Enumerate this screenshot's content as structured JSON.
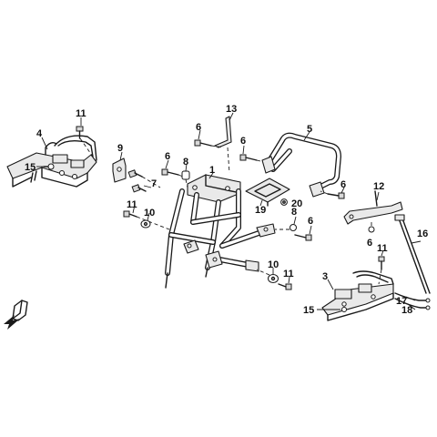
{
  "diagram": {
    "callouts": {
      "c1": "1",
      "c3": "3",
      "c4": "4",
      "c5": "5",
      "c6a": "6",
      "c6b": "6",
      "c6c": "6",
      "c6d": "6",
      "c6e": "6",
      "c6f": "6",
      "c7": "7",
      "c8a": "8",
      "c8b": "8",
      "c9": "9",
      "c10a": "10",
      "c10b": "10",
      "c11a": "11",
      "c11b": "11",
      "c11c": "11",
      "c11d": "11",
      "c12": "12",
      "c13": "13",
      "c15a": "15",
      "c15b": "15",
      "c16": "16",
      "c17": "17",
      "c18": "18",
      "c19": "19",
      "c20": "20"
    },
    "colors": {
      "ink": "#1a1a1a",
      "paper": "#ffffff",
      "fill": "#e9e9e9"
    },
    "icons": {
      "direction_marker": "front-arrow-icon"
    }
  }
}
